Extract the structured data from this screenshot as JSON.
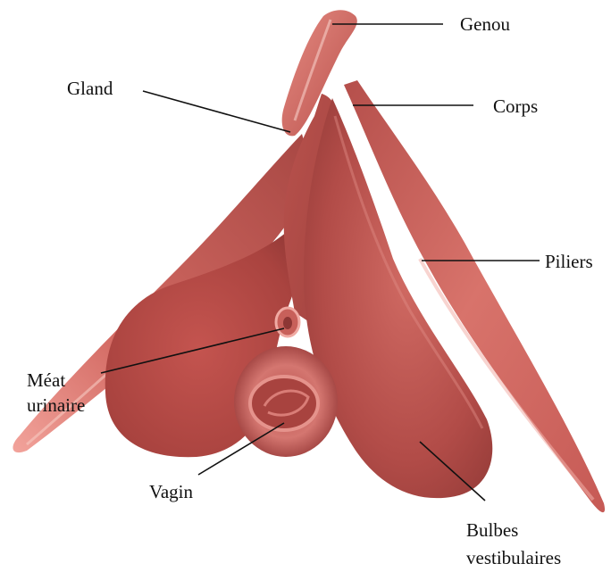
{
  "labels": {
    "genou": "Genou",
    "gland": "Gland",
    "corps": "Corps",
    "piliers": "Piliers",
    "meat_line1": "Méat",
    "meat_line2": "urinaire",
    "vagin": "Vagin",
    "bulbes_line1": "Bulbes",
    "bulbes_line2": "vestibulaires"
  },
  "colors": {
    "tissue_dark": "#9c3f3d",
    "tissue_mid": "#c65a55",
    "tissue_light": "#e8908a",
    "highlight": "#f6c3bb",
    "leader": "#111111"
  }
}
